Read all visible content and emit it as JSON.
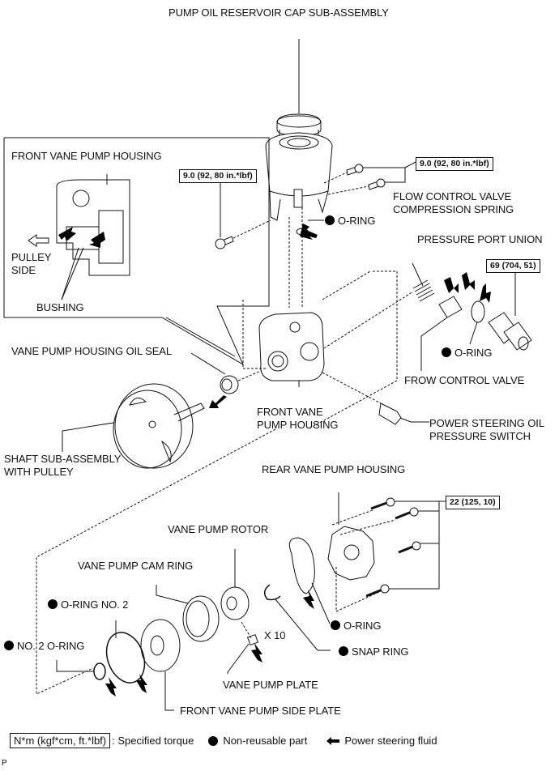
{
  "diagram": {
    "title": "PUMP OIL RESERVOIR CAP SUB-ASSEMBLY",
    "inset": {
      "title": "FRONT VANE PUMP HOUSING",
      "pulley_side": [
        "PULLEY",
        "SIDE"
      ],
      "bushing": "BUSHING"
    },
    "labels": {
      "flow_control_spring": [
        "FLOW CONTROL VALVE",
        "COMPRESSION SPRING"
      ],
      "pressure_port_union": "PRESSURE PORT UNION",
      "o_ring_reservoir": "O-RING",
      "o_ring_valve": "O-RING",
      "flow_control_valve": "FROW CONTROL VALVE",
      "vane_pump_housing_oil_seal": "VANE PUMP HOUSING OIL SEAL",
      "front_vane_pump_housing": [
        "FRONT VANE",
        "PUMP HOUSING"
      ],
      "power_steering_switch": [
        "POWER STEERING OIL",
        "PRESSURE SWITCH"
      ],
      "shaft_sub_assembly": [
        "SHAFT SUB-ASSEMBLY",
        "WITH PULLEY"
      ],
      "rear_vane_pump_housing": "REAR VANE PUMP HOUSING",
      "vane_pump_rotor": "VANE PUMP ROTOR",
      "vane_pump_cam_ring": "VANE PUMP CAM RING",
      "o_ring_no2": "O-RING NO. 2",
      "no2_o_ring": "NO. 2 O-RING",
      "o_ring_rear": "O-RING",
      "snap_ring": "SNAP RING",
      "x10": "X 10",
      "vane_pump_plate": "VANE PUMP PLATE",
      "front_vane_pump_side_plate": "FRONT VANE PUMP SIDE PLATE"
    },
    "torques": {
      "reservoir_left": "9.0 (92, 80 in.*lbf)",
      "reservoir_right": "9.0 (92, 80 in.*lbf)",
      "pressure_port_union": "69 (704, 51)",
      "rear_housing_bolts": "22 (125, 10)"
    },
    "legend": {
      "torque_unit": "N*m (kgf*cm, ft.*lbf)",
      "torque_desc": ": Specified torque",
      "non_reusable": "Non-reusable part",
      "fluid": "Power steering fluid"
    },
    "corner_mark": "P"
  }
}
